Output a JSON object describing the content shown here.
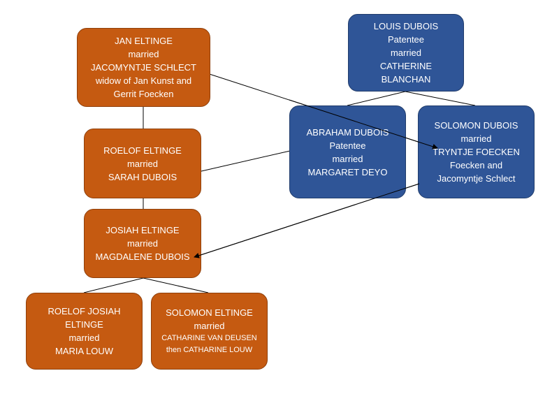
{
  "colors": {
    "orange": "#c55a11",
    "blue": "#2f5597",
    "line": "#000000"
  },
  "boxes": {
    "jan_eltinge": [
      "JAN ELTINGE",
      "married",
      "JACOMYNTJE SCHLECT",
      "widow of Jan Kunst and",
      "Gerrit Foecken"
    ],
    "roelof_eltinge": [
      "ROELOF ELTINGE",
      "married",
      "SARAH DUBOIS"
    ],
    "josiah_eltinge": [
      "JOSIAH ELTINGE",
      "married",
      "MAGDALENE DUBOIS"
    ],
    "roelof_josiah": [
      "ROELOF JOSIAH",
      "ELTINGE",
      "married",
      "MARIA LOUW"
    ],
    "solomon_eltinge": [
      "SOLOMON ELTINGE",
      "married",
      "CATHARINE VAN DEUSEN",
      "then CATHARINE LOUW"
    ],
    "louis_dubois": [
      "LOUIS DUBOIS",
      "Patentee",
      "married",
      "CATHERINE",
      "BLANCHAN"
    ],
    "abraham_dubois": [
      "ABRAHAM DUBOIS",
      "Patentee",
      "married",
      "MARGARET DEYO"
    ],
    "solomon_dubois": [
      "SOLOMON DUBOIS",
      "married",
      "TRYNTJE FOECKEN",
      "Foecken and",
      "Jacomyntje Schlect"
    ]
  }
}
